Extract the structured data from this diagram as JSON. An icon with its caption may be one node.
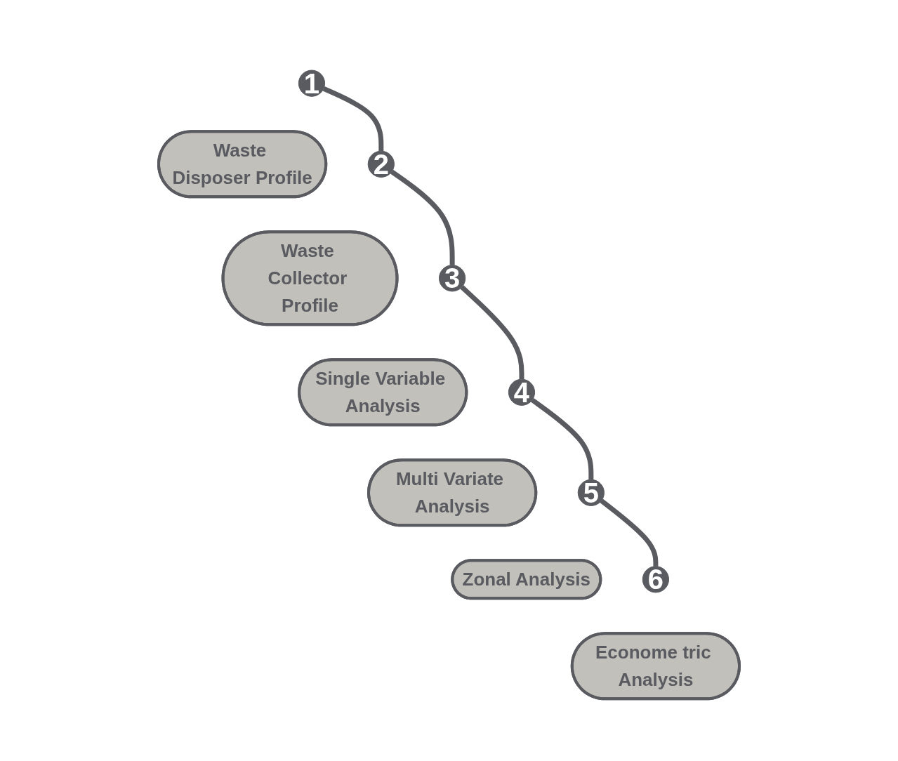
{
  "diagram": {
    "nodes": [
      {
        "text": [
          "1"
        ]
      },
      {
        "text": [
          "Waste Disposer Profile"
        ]
      },
      {
        "text": [
          "2"
        ]
      },
      {
        "text": [
          "Waste Collector Profile"
        ]
      },
      {
        "text": [
          "3"
        ]
      },
      {
        "text": [
          "Single Variable Analysis"
        ]
      },
      {
        "text": [
          "4"
        ]
      },
      {
        "text": [
          "Multi Variate Analysis"
        ]
      },
      {
        "text": [
          "5"
        ]
      },
      {
        "text": [
          "Zonal Analysis"
        ]
      },
      {
        "text": [
          "6"
        ]
      },
      {
        "text": [
          "Econome tric Analysis"
        ]
      }
    ],
    "edges": [
      {
        "from": 0,
        "to": 2,
        "arrow": "none"
      },
      {
        "from": 2,
        "to": 4,
        "arrow": "none"
      },
      {
        "from": 4,
        "to": 6,
        "arrow": "none"
      },
      {
        "from": 6,
        "to": 8,
        "arrow": "none"
      },
      {
        "from": 8,
        "to": 10,
        "arrow": "none"
      }
    ]
  }
}
